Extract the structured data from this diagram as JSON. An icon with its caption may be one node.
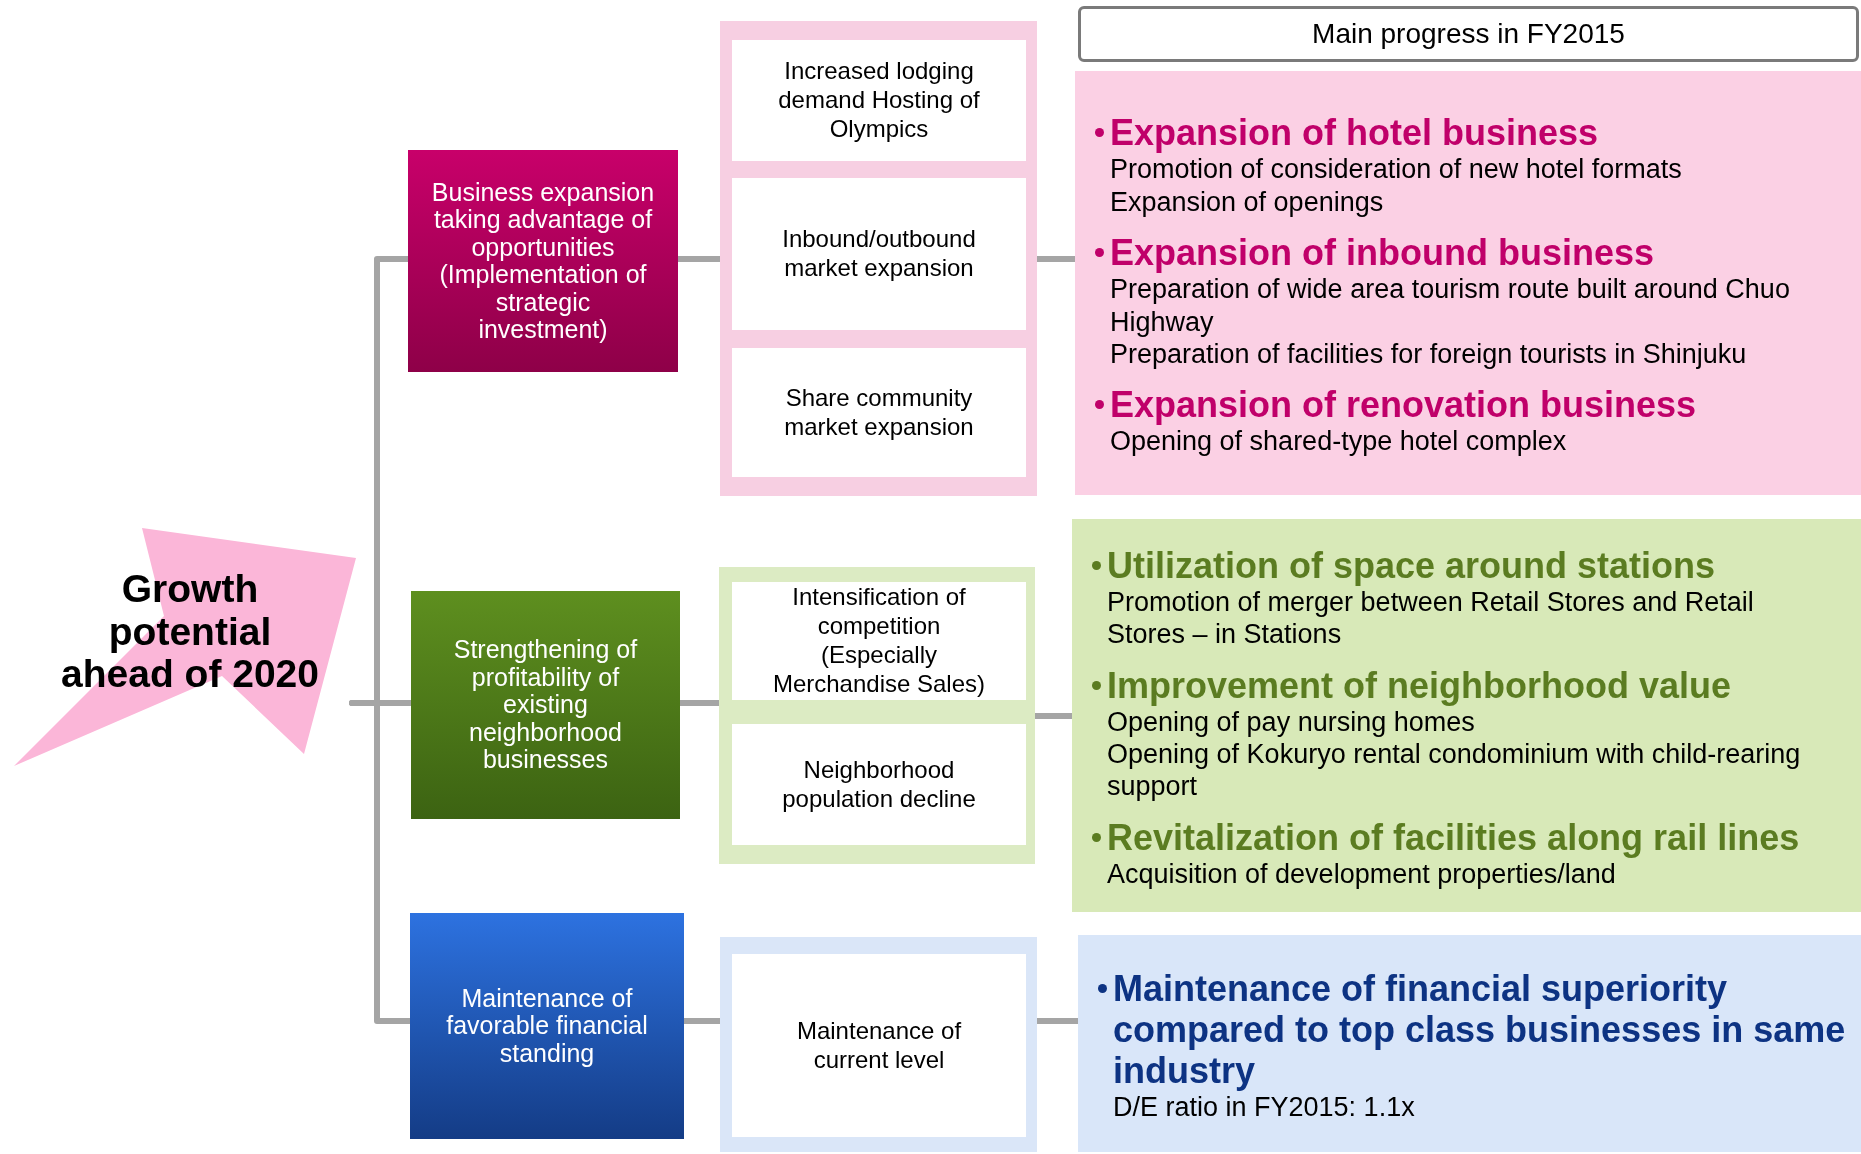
{
  "diagram": {
    "nodes": [
      {
        "text": [
          "Growth potential ahead of 2020"
        ]
      },
      {
        "text": [
          "Business expansion taking advantage of opportunities (Implementation of strategic investment)"
        ]
      },
      {
        "text": [],
        "shape": "box"
      },
      {
        "text": [
          "Increased lodging demand Hosting of Olympics"
        ],
        "in": 2
      },
      {
        "text": [
          "Inbound/outbound market expansion"
        ],
        "in": 2
      },
      {
        "text": [
          "Share community market expansion"
        ],
        "in": 2
      },
      {
        "text": [
          "Strengthening of profitability of existing neighborhood businesses"
        ]
      },
      {
        "text": [],
        "shape": "box"
      },
      {
        "text": [
          "Intensification of competition (Especially Merchandise Sales)"
        ],
        "in": 7
      },
      {
        "text": [
          "Neighborhood population decline"
        ],
        "in": 7
      },
      {
        "text": [
          "Maintenance of favorable financial standing"
        ]
      },
      {
        "text": [],
        "shape": "box"
      },
      {
        "text": [
          "Maintenance of current level"
        ],
        "in": 11
      },
      {
        "text": [
          "Main progress in FY2015"
        ]
      },
      {
        "text": [
          "Expansion of hotel business",
          "Promotion of consideration of new hotel formats",
          "Expansion of openings",
          "Expansion of inbound business",
          "Preparation of wide area tourism route built around Chuo Highway",
          "Preparation of facilities for foreign tourists in Shinjuku",
          "Expansion of renovation business",
          "Opening of shared-type hotel complex"
        ]
      },
      {
        "text": [
          "Utilization of space around stations",
          "Promotion of merger between Retail Stores and Retail Stores – in Stations",
          "Improvement of neighborhood value",
          "Opening of pay nursing homes",
          "Opening of Kokuryo rental condominium with child-rearing support",
          "Revitalization of facilities along rail lines",
          "Acquisition of development properties/land"
        ]
      },
      {
        "text": [
          "Maintenance of financial superiority compared to top class businesses in same industry",
          "D/E ratio in FY2015: 1.1x"
        ]
      }
    ],
    "edges": [
      {
        "from": 0,
        "to": 1,
        "arrow": "none"
      },
      {
        "from": 0,
        "to": 6,
        "arrow": "none"
      },
      {
        "from": 0,
        "to": 10,
        "arrow": "none"
      },
      {
        "from": 1,
        "to": 2,
        "arrow": "none"
      },
      {
        "from": 2,
        "to": 14,
        "arrow": "none"
      },
      {
        "from": 6,
        "to": 7,
        "arrow": "none"
      },
      {
        "from": 7,
        "to": 15,
        "arrow": "none"
      },
      {
        "from": 10,
        "to": 11,
        "arrow": "none"
      },
      {
        "from": 11,
        "to": 16,
        "arrow": "none"
      }
    ]
  }
}
